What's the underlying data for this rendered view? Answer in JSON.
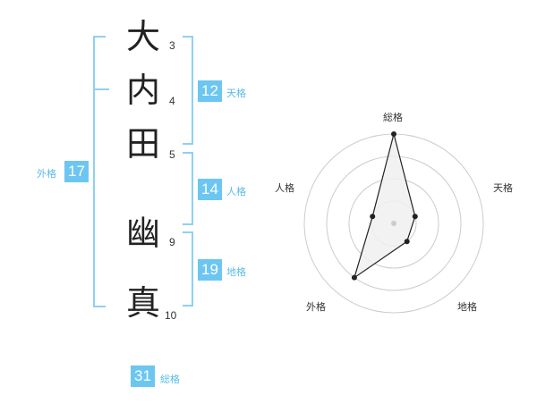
{
  "name_chars": [
    {
      "char": "大",
      "strokes": "3"
    },
    {
      "char": "内",
      "strokes": "4"
    },
    {
      "char": "田",
      "strokes": "5"
    },
    {
      "char": "幽",
      "strokes": "9"
    },
    {
      "char": "真",
      "strokes": "10"
    }
  ],
  "fortune": {
    "tenkaku": {
      "value": "12",
      "label": "天格"
    },
    "jinkaku": {
      "value": "14",
      "label": "人格"
    },
    "chikaku": {
      "value": "19",
      "label": "地格"
    },
    "gaikaku": {
      "value": "17",
      "label": "外格"
    },
    "soukaku": {
      "value": "31",
      "label": "総格"
    }
  },
  "chart_data": {
    "type": "radar",
    "axes": [
      "総格",
      "天格",
      "地格",
      "外格",
      "人格"
    ],
    "values": [
      4,
      1,
      1,
      3,
      1
    ],
    "max": 4,
    "rings": 4,
    "colors": {
      "fill": "#f0f0f0",
      "line": "#222222",
      "grid": "#cccccc",
      "center": "#cccccc"
    }
  }
}
